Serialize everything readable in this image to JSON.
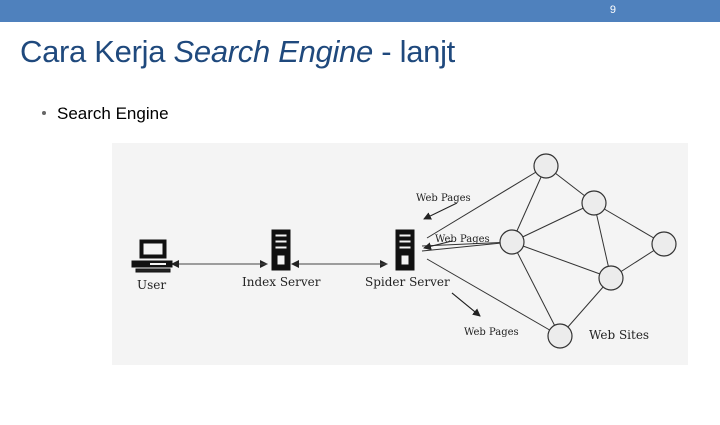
{
  "slide": {
    "number": "9",
    "title_plain": "Cara Kerja ",
    "title_italic": "Search Engine",
    "title_suffix": " - lanjt",
    "bullet": "Search Engine"
  },
  "diagram": {
    "labels": {
      "user": "User",
      "index_server": "Index Server",
      "spider_server": "Spider Server",
      "web_pages_top": "Web Pages",
      "web_pages_middle": "Web Pages",
      "web_pages_bottom": "Web Pages",
      "web_sites": "Web Sites"
    }
  },
  "colors": {
    "topbar": "#4f81bd",
    "title": "#1f497d"
  }
}
